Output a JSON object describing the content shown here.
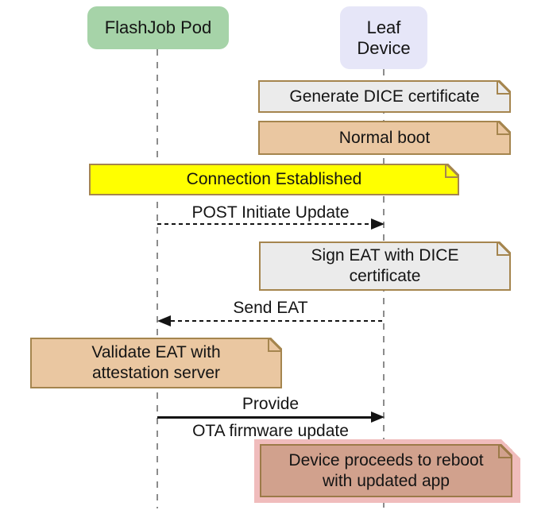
{
  "diagram": {
    "type": "sequence-diagram",
    "actors": [
      {
        "name": "FlashJob Pod",
        "lines": [
          "FlashJob Pod"
        ],
        "fill": "#a6d3a8"
      },
      {
        "name": "Leaf Device",
        "lines": [
          "Leaf",
          "Device"
        ],
        "fill": "#e6e6f8"
      }
    ],
    "notes": [
      {
        "over": "Leaf Device",
        "lines": [
          "Generate DICE certificate"
        ],
        "fill": "#ebebeb"
      },
      {
        "over": "Leaf Device",
        "lines": [
          "Normal boot"
        ],
        "fill": "#eac7a1"
      },
      {
        "over": "FlashJob Pod, Leaf Device",
        "lines": [
          "Connection Established"
        ],
        "fill": "#ffff00"
      },
      {
        "over": "Leaf Device",
        "lines": [
          "Sign EAT with DICE",
          "certificate"
        ],
        "fill": "#ebebeb"
      },
      {
        "over": "FlashJob Pod",
        "lines": [
          "Validate EAT with",
          "attestation server"
        ],
        "fill": "#eac7a1"
      },
      {
        "over": "Leaf Device",
        "lines": [
          "Device proceeds to reboot",
          "with updated app"
        ],
        "fill": "#d1a18d",
        "highlight": "#f0bcbc"
      }
    ],
    "messages": [
      {
        "from": "FlashJob Pod",
        "to": "Leaf Device",
        "label_above": "POST Initiate Update",
        "line": "dashed",
        "direction": "right"
      },
      {
        "from": "Leaf Device",
        "to": "FlashJob Pod",
        "label_above": "Send EAT",
        "line": "dashed",
        "direction": "left"
      },
      {
        "from": "FlashJob Pod",
        "to": "Leaf Device",
        "label_above": "Provide",
        "label_below": "OTA firmware update",
        "line": "solid",
        "direction": "right"
      }
    ],
    "colors": {
      "note_border": "#a5854e",
      "reboot_note_border": "#9c7a48",
      "reboot_note_halo": "#f0bcbc",
      "lifeline": "#8c8c8c",
      "arrow": "#141414",
      "background": "#ffffff"
    }
  }
}
